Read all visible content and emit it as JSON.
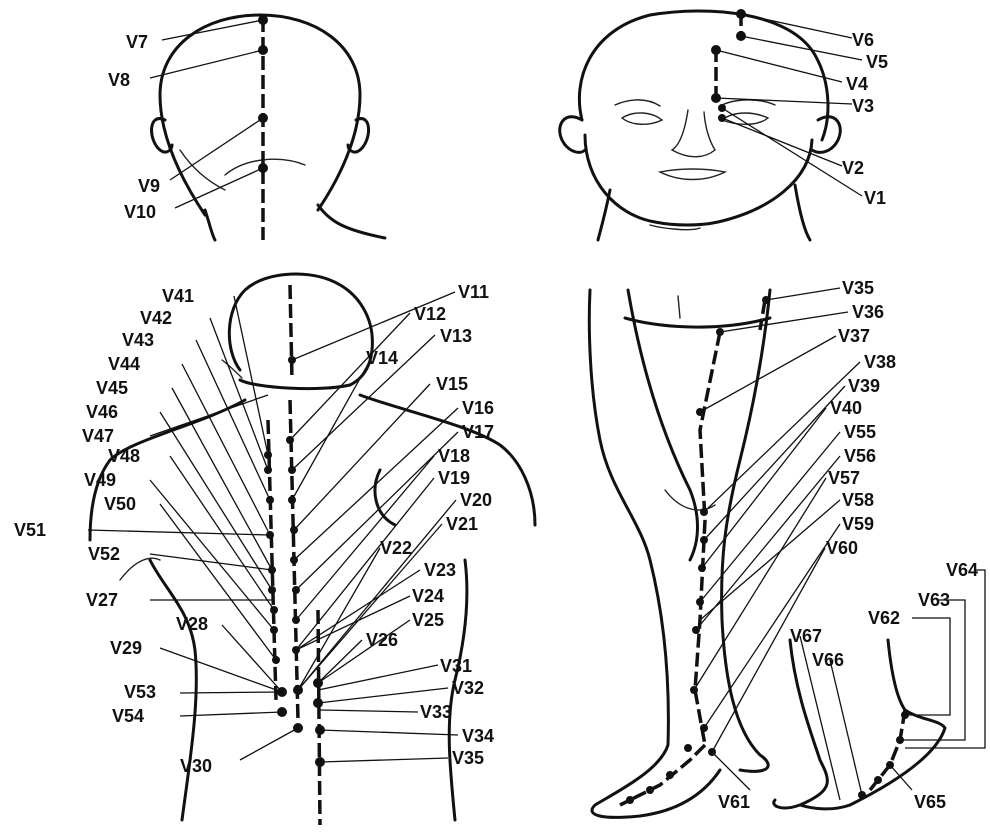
{
  "figure": {
    "background": "#ffffff",
    "ink": "#111111",
    "points": [
      "V1",
      "V2",
      "V3",
      "V4",
      "V5",
      "V6",
      "V7",
      "V8",
      "V9",
      "V10",
      "V11",
      "V12",
      "V13",
      "V14",
      "V15",
      "V16",
      "V17",
      "V18",
      "V19",
      "V20",
      "V21",
      "V22",
      "V23",
      "V24",
      "V25",
      "V26",
      "V27",
      "V28",
      "V29",
      "V30",
      "V31",
      "V32",
      "V33",
      "V34",
      "V35",
      "V36",
      "V37",
      "V38",
      "V39",
      "V40",
      "V41",
      "V42",
      "V43",
      "V44",
      "V45",
      "V46",
      "V47",
      "V48",
      "V49",
      "V50",
      "V51",
      "V52",
      "V53",
      "V54",
      "V55",
      "V56",
      "V57",
      "V58",
      "V59",
      "V60",
      "V61",
      "V62",
      "V63",
      "V64",
      "V65",
      "V66",
      "V67"
    ],
    "lower_leg_repeat_label": "V35"
  }
}
